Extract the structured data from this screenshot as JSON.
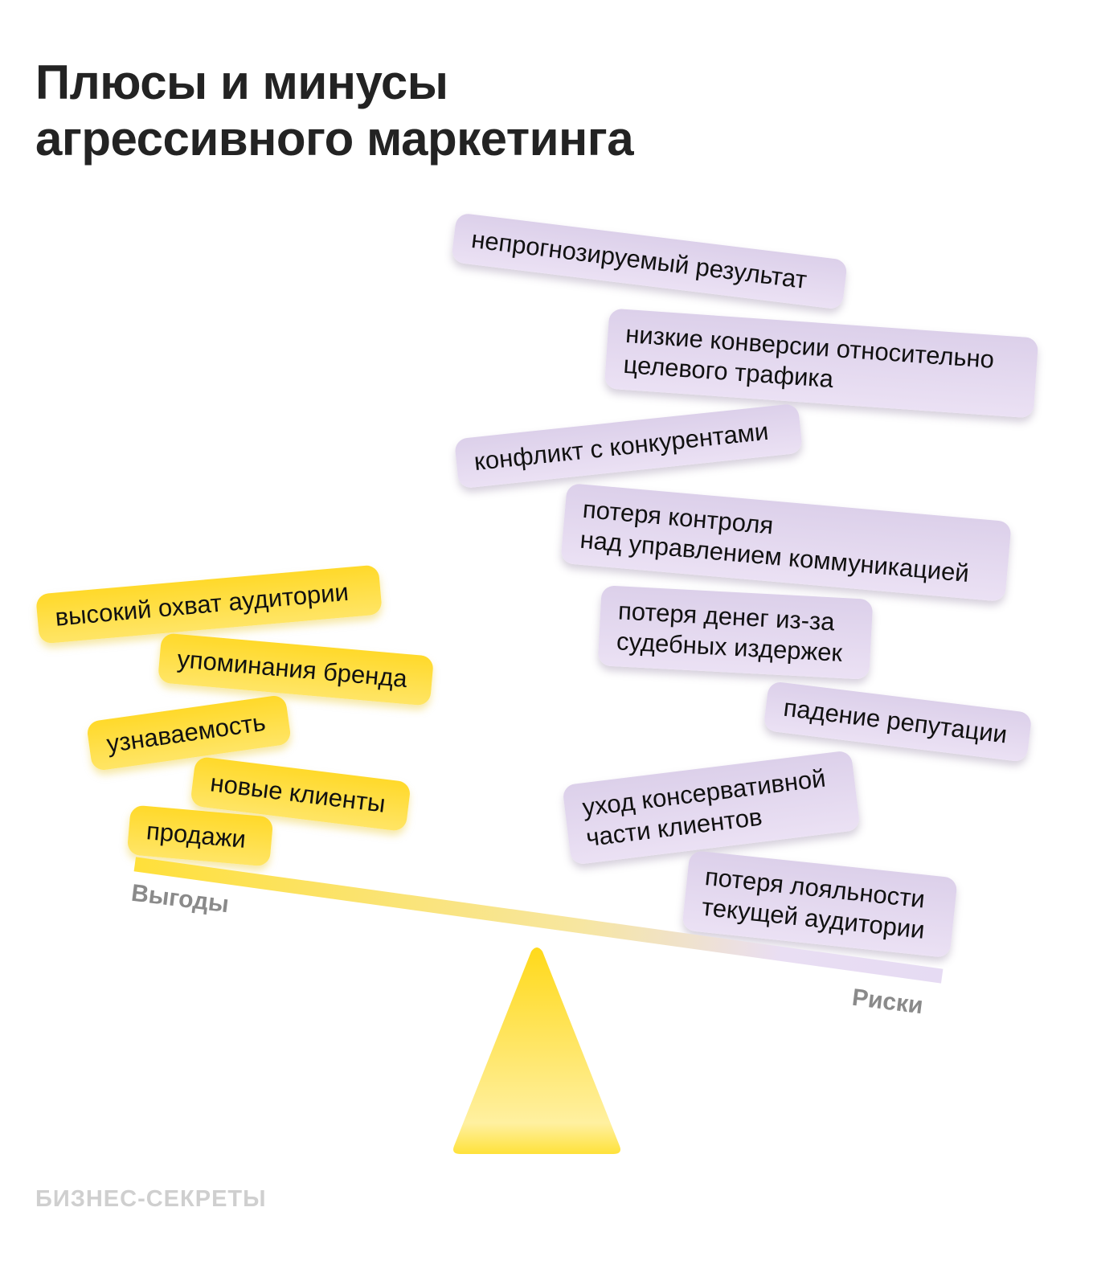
{
  "title": {
    "line1": "Плюсы и минусы",
    "line2": "агрессивного маркетинга"
  },
  "benefits": {
    "label": "Выгоды",
    "items": [
      {
        "lines": [
          "высокий охват аудитории"
        ]
      },
      {
        "lines": [
          "упоминания бренда"
        ]
      },
      {
        "lines": [
          "узнаваемость"
        ]
      },
      {
        "lines": [
          "новые клиенты"
        ]
      },
      {
        "lines": [
          "продажи"
        ]
      }
    ]
  },
  "risks": {
    "label": "Риски",
    "items": [
      {
        "lines": [
          "непрогнозируемый результат"
        ]
      },
      {
        "lines": [
          "низкие конверсии относительно",
          "целевого трафика"
        ]
      },
      {
        "lines": [
          "конфликт с конкурентами"
        ]
      },
      {
        "lines": [
          "потеря контроля",
          "над управлением коммуникацией"
        ]
      },
      {
        "lines": [
          "потеря денег из-за",
          "судебных издержек"
        ]
      },
      {
        "lines": [
          "падение репутации"
        ]
      },
      {
        "lines": [
          "уход консервативной",
          "части клиентов"
        ]
      },
      {
        "lines": [
          "потеря лояльности",
          "текущей аудитории"
        ]
      }
    ]
  },
  "colors": {
    "benefit": "#ffd92a",
    "risk": "#e2d7ee",
    "title": "#232323",
    "muted": "#8a8a8a"
  },
  "footer": {
    "brand": "БИЗНЕС-СЕКРЕТЫ"
  }
}
